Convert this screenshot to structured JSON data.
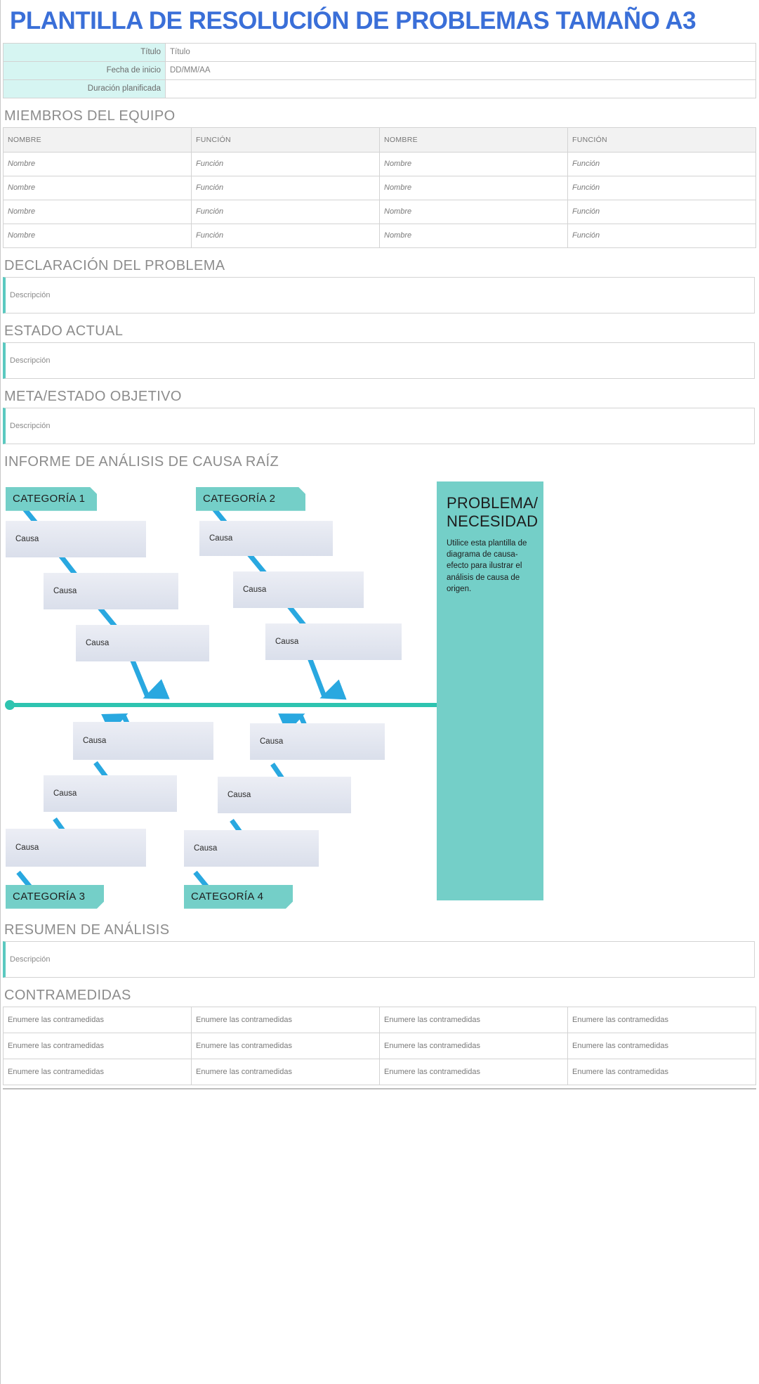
{
  "document": {
    "title": "PLANTILLA DE RESOLUCIÓN DE PROBLEMAS TAMAÑO A3"
  },
  "info": {
    "rows": [
      {
        "label": "Título",
        "value": "Título"
      },
      {
        "label": "Fecha de inicio",
        "value": "DD/MM/AA"
      },
      {
        "label": "Duración planificada",
        "value": ""
      }
    ]
  },
  "team": {
    "heading": "MIEMBROS DEL EQUIPO",
    "headers": [
      "NOMBRE",
      "FUNCIÓN",
      "NOMBRE",
      "FUNCIÓN"
    ],
    "rows": [
      [
        "Nombre",
        "Función",
        "Nombre",
        "Función"
      ],
      [
        "Nombre",
        "Función",
        "Nombre",
        "Función"
      ],
      [
        "Nombre",
        "Función",
        "Nombre",
        "Función"
      ],
      [
        "Nombre",
        "Función",
        "Nombre",
        "Función"
      ]
    ]
  },
  "problem_statement": {
    "heading": "DECLARACIÓN DEL PROBLEMA",
    "placeholder": "Descripción"
  },
  "current_state": {
    "heading": "ESTADO ACTUAL",
    "placeholder": "Descripción"
  },
  "goal_state": {
    "heading": "META/ESTADO OBJETIVO",
    "placeholder": "Descripción"
  },
  "root_cause": {
    "heading": "INFORME DE ANÁLISIS DE CAUSA RAÍZ",
    "categories": [
      {
        "label": "CATEGORÍA 1"
      },
      {
        "label": "CATEGORÍA 2"
      },
      {
        "label": "CATEGORÍA 3"
      },
      {
        "label": "CATEGORÍA 4"
      }
    ],
    "cause_label": "Causa",
    "causes": [
      "Causa",
      "Causa",
      "Causa",
      "Causa",
      "Causa",
      "Causa",
      "Causa",
      "Causa",
      "Causa",
      "Causa",
      "Causa",
      "Causa"
    ],
    "problem_box": {
      "title": "PROBLEMA/ NECESIDAD",
      "text": "Utilice esta plantilla de diagrama de causa-efecto para ilustrar el análisis de causa de origen."
    }
  },
  "analysis_summary": {
    "heading": "RESUMEN DE ANÁLISIS",
    "placeholder": "Descripción"
  },
  "countermeasures": {
    "heading": "CONTRAMEDIDAS",
    "cell_placeholder": "Enumere las contramedidas",
    "rows": [
      [
        "Enumere las contramedidas",
        "Enumere las contramedidas",
        "Enumere las contramedidas",
        "Enumere las contramedidas"
      ],
      [
        "Enumere las contramedidas",
        "Enumere las contramedidas",
        "Enumere las contramedidas",
        "Enumere las contramedidas"
      ],
      [
        "Enumere las contramedidas",
        "Enumere las contramedidas",
        "Enumere las contramedidas",
        "Enumere las contramedidas"
      ]
    ]
  },
  "colors": {
    "title_blue": "#3a6fd8",
    "header_teal_fill": "#d6f5f2",
    "accent_teal": "#5bc9c0",
    "category_teal": "#74cfc8",
    "spine_teal": "#2ec4b0",
    "bone_blue": "#29a8e0",
    "cause_box_grey": "#dadfeb",
    "heading_grey": "#8c8c8c"
  }
}
